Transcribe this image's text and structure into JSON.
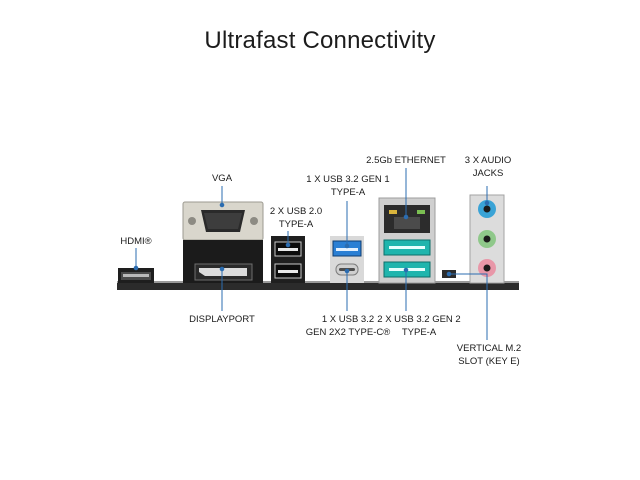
{
  "title": "Ultrafast Connectivity",
  "labels": {
    "hdmi": "HDMI®",
    "vga": "VGA",
    "displayport": "DISPLAYPORT",
    "usb20_line1": "2 X USB 2.0",
    "usb20_line2": "TYPE-A",
    "usb32gen1_line1": "1 X USB 3.2 GEN 1",
    "usb32gen1_line2": "TYPE-A",
    "usbc_line1": "1 X USB 3.2",
    "usbc_line2": "GEN 2X2 TYPE-C®",
    "ethernet": "2.5Gb ETHERNET",
    "usb32gen2_line1": "2 X USB 3.2 GEN 2",
    "usb32gen2_line2": "TYPE-A",
    "audio_line1": "3 X AUDIO",
    "audio_line2": "JACKS",
    "m2_line1": "VERTICAL M.2",
    "m2_line2": "SLOT (KEY E)"
  },
  "colors": {
    "usb2": "#111111",
    "usb3_gen1": "#2a7fd4",
    "usb3_gen2": "#1fb5ad",
    "audio_blue": "#3aa3d6",
    "audio_green": "#8fc88a",
    "audio_pink": "#e897a8",
    "callout_line": "#2b6cb0"
  }
}
